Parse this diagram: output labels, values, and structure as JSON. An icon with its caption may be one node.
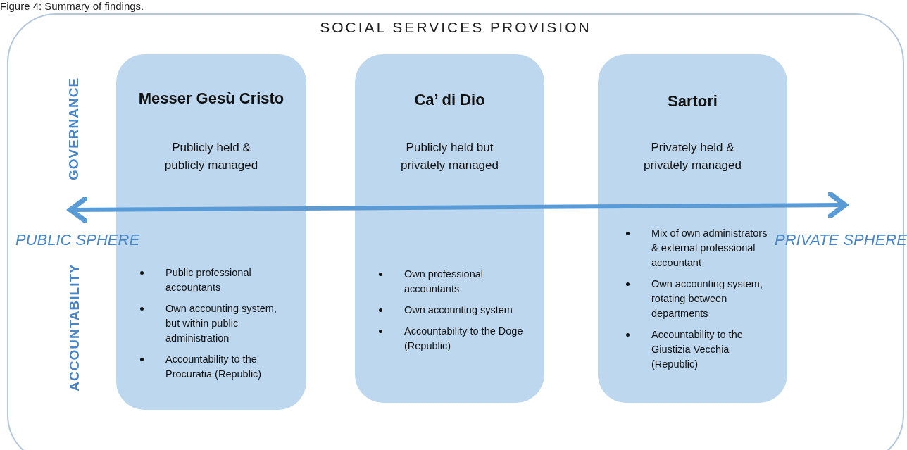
{
  "diagram": {
    "title": "Figure 4: Summary of findings.",
    "nodes": [
      {
        "text": [
          "SOCIAL SERVICES PROVISION"
        ]
      },
      {
        "text": [
          "Messer Gesù Cristo",
          "Publicly held & publicly managed",
          "Public professional accountants",
          "Own accounting system, but within public administration",
          "Accountability to the Procuratia (Republic)"
        ],
        "in": 0
      },
      {
        "text": [
          "Ca’ di Dio",
          "Publicly held but privately managed",
          "Own professional accountants",
          "Own accounting system",
          "Accountability to the Doge (Republic)"
        ],
        "in": 0
      },
      {
        "text": [
          "Sartori",
          "Privately held & privately managed",
          "Mix of own administrators & external professional accountant",
          "Own accounting system, rotating between departments",
          "Accountability to the Giustizia Vecchia (Republic)"
        ],
        "in": 0
      }
    ],
    "labels": [
      "GOVERNANCE",
      "ACCOUNTABILITY",
      "PUBLIC SPHERE",
      "PRIVATE SPHERE"
    ]
  }
}
